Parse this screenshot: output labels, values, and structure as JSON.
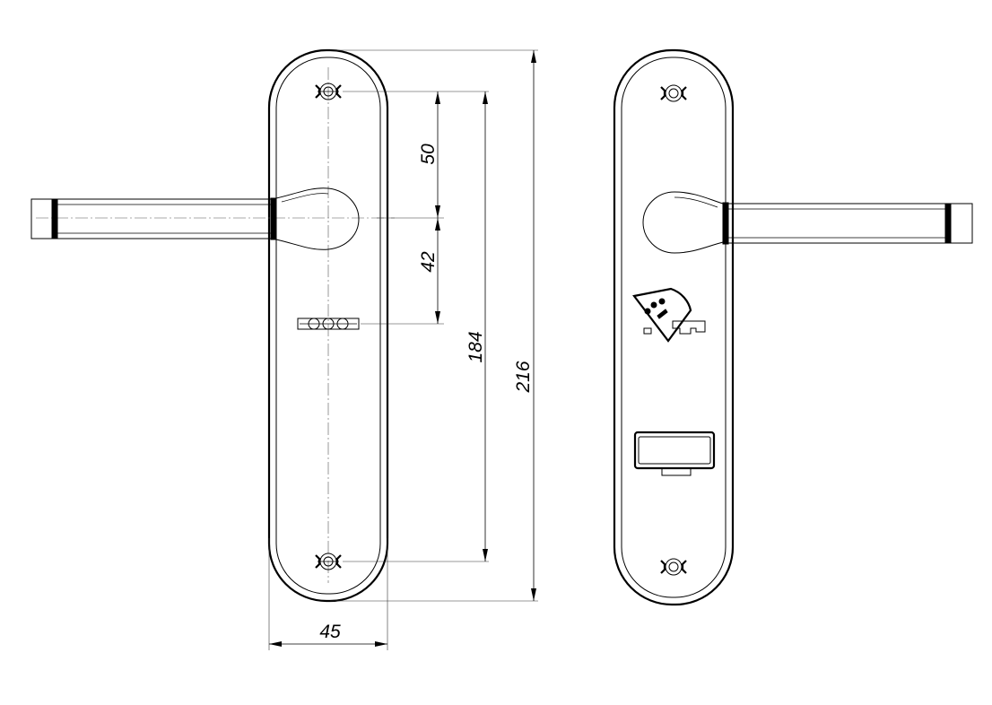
{
  "dimensions": {
    "handle_to_keyhole": "50",
    "keyhole_offset": "42",
    "screw_spacing": "184",
    "plate_height": "216",
    "plate_width": "45"
  },
  "icons": {
    "lock_symbol": "key-and-lock-icon",
    "thumb_turn": "thumb-turn-icon",
    "screw": "screw-icon"
  },
  "colors": {
    "line": "#000000",
    "background": "#ffffff"
  }
}
